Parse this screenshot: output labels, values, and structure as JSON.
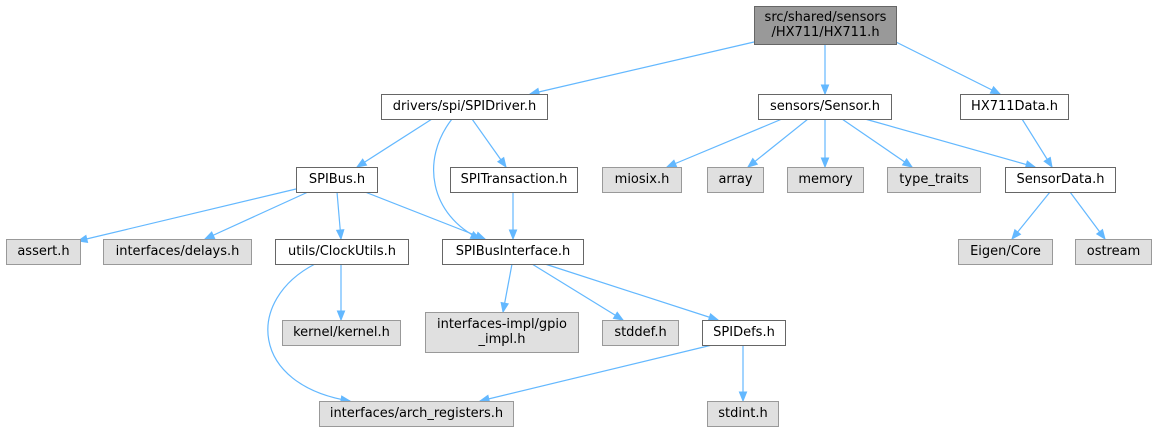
{
  "diagram": {
    "type": "include-dependency-graph",
    "colors": {
      "root_fill": "#999999",
      "root_stroke": "#666666",
      "documented_fill": "#ffffff",
      "documented_stroke": "#666666",
      "external_fill": "#e0e0e0",
      "external_stroke": "#999999",
      "edge": "#63b8ff"
    },
    "nodes": {
      "root": {
        "lines": [
          "src/shared/sensors",
          "/HX711/HX711.h"
        ],
        "kind": "root"
      },
      "spidriver": {
        "lines": [
          "drivers/spi/SPIDriver.h"
        ],
        "kind": "documented"
      },
      "sensor": {
        "lines": [
          "sensors/Sensor.h"
        ],
        "kind": "documented"
      },
      "hx711data": {
        "lines": [
          "HX711Data.h"
        ],
        "kind": "documented"
      },
      "spibus": {
        "lines": [
          "SPIBus.h"
        ],
        "kind": "documented"
      },
      "spitransaction": {
        "lines": [
          "SPITransaction.h"
        ],
        "kind": "documented"
      },
      "miosix": {
        "lines": [
          "miosix.h"
        ],
        "kind": "external"
      },
      "array": {
        "lines": [
          "array"
        ],
        "kind": "external"
      },
      "memory": {
        "lines": [
          "memory"
        ],
        "kind": "external"
      },
      "type_traits": {
        "lines": [
          "type_traits"
        ],
        "kind": "external"
      },
      "sensordata": {
        "lines": [
          "SensorData.h"
        ],
        "kind": "documented"
      },
      "assert": {
        "lines": [
          "assert.h"
        ],
        "kind": "external"
      },
      "delays": {
        "lines": [
          "interfaces/delays.h"
        ],
        "kind": "external"
      },
      "clockutils": {
        "lines": [
          "utils/ClockUtils.h"
        ],
        "kind": "documented"
      },
      "spibusinterface": {
        "lines": [
          "SPIBusInterface.h"
        ],
        "kind": "documented"
      },
      "eigen": {
        "lines": [
          "Eigen/Core"
        ],
        "kind": "external"
      },
      "ostream": {
        "lines": [
          "ostream"
        ],
        "kind": "external"
      },
      "kernel": {
        "lines": [
          "kernel/kernel.h"
        ],
        "kind": "external"
      },
      "gpio_impl": {
        "lines": [
          "interfaces-impl/gpio",
          "_impl.h"
        ],
        "kind": "external"
      },
      "stddef": {
        "lines": [
          "stddef.h"
        ],
        "kind": "external"
      },
      "spidefs": {
        "lines": [
          "SPIDefs.h"
        ],
        "kind": "documented"
      },
      "arch_registers": {
        "lines": [
          "interfaces/arch_registers.h"
        ],
        "kind": "external"
      },
      "stdint": {
        "lines": [
          "stdint.h"
        ],
        "kind": "external"
      }
    }
  }
}
